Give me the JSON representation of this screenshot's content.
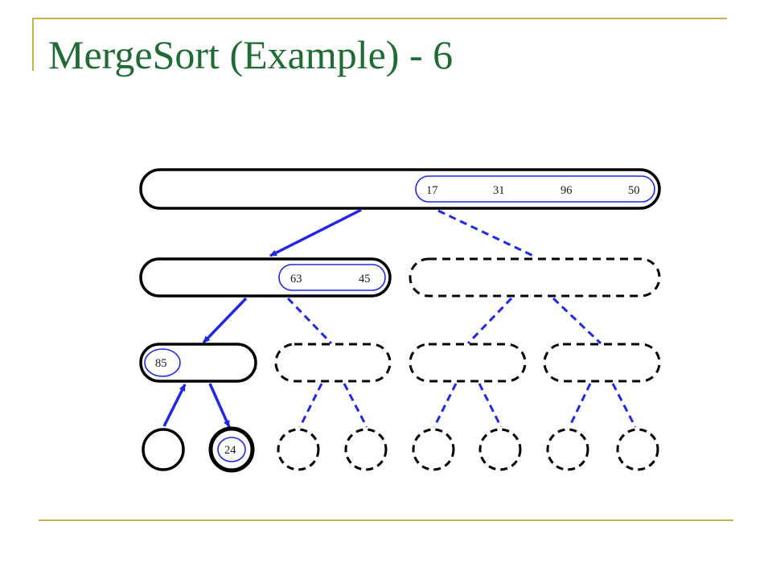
{
  "title": "MergeSort (Example) - 6",
  "colors": {
    "title": "#1f6b34",
    "rule": "#c9b14a",
    "node": "#000000",
    "highlight": "#1e28e6"
  },
  "tree": {
    "level0": {
      "values": [
        "17",
        "31",
        "96",
        "50"
      ]
    },
    "level1": {
      "left_values": [
        "63",
        "45"
      ]
    },
    "level2": {
      "left_values": [
        "85"
      ]
    },
    "level3": {
      "second_leaf_value": "24"
    }
  }
}
